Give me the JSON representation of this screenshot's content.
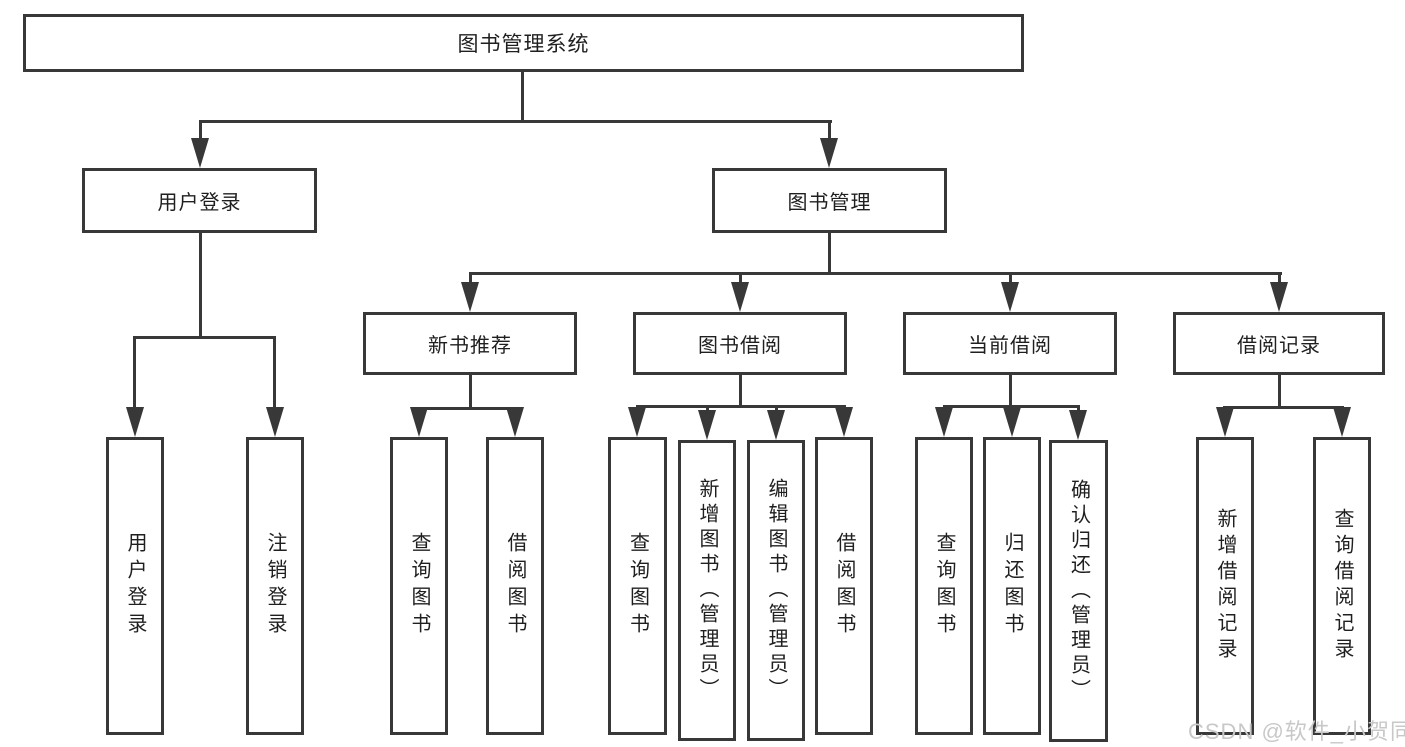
{
  "diagram": {
    "root": "图书管理系统",
    "level2": {
      "user_login": "用户登录",
      "book_mgmt": "图书管理"
    },
    "level3": {
      "new_books": "新书推荐",
      "book_borrow": "图书借阅",
      "current_borrow": "当前借阅",
      "borrow_records": "借阅记录"
    },
    "leaves": {
      "user_login": "用户登录",
      "logout": "注销登录",
      "nb_query": "查询图书",
      "nb_borrow": "借阅图书",
      "bb_query": "查询图书",
      "bb_add": "新增图书（管理员）",
      "bb_edit": "编辑图书（管理员）",
      "bb_borrow": "借阅图书",
      "cb_query": "查询图书",
      "cb_return": "归还图书",
      "cb_confirm": "确认归还（管理员）",
      "rec_add": "新增借阅记录",
      "rec_query": "查询借阅记录"
    }
  },
  "watermark": "CSDN @软件_小贺同学",
  "colors": {
    "line": "#383838",
    "text": "#1f1f1f",
    "watermark": "#c8c8c8",
    "background": "#ffffff"
  }
}
